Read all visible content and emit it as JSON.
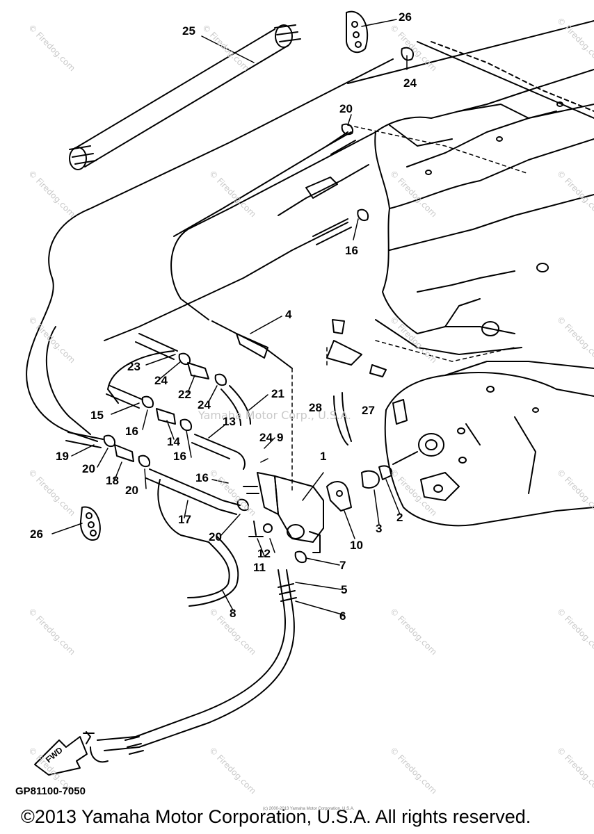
{
  "callouts": {
    "c1": "1",
    "c2": "2",
    "c3": "3",
    "c4": "4",
    "c5": "5",
    "c6": "6",
    "c7": "7",
    "c8": "8",
    "c9": "9",
    "c10": "10",
    "c11": "11",
    "c12": "12",
    "c13": "13",
    "c14": "14",
    "c15": "15",
    "c16": "16",
    "c17": "17",
    "c18": "18",
    "c19": "19",
    "c20": "20",
    "c21": "21",
    "c22": "22",
    "c23": "23",
    "c24": "24",
    "c25": "25",
    "c26": "26",
    "c27": "27",
    "c28": "28"
  },
  "fwd_label": "FWD",
  "watermark": "© Firedog.com",
  "watermark_center": "Yamaha Motor Corp., U.S.A.",
  "part_number": "GP81100-7050",
  "tiny_copyright": "(c) 2000-2013 Yamaha Motor Corporation, U.S.A.",
  "copyright": "©2013 Yamaha Motor Corporation, U.S.A. All rights reserved."
}
